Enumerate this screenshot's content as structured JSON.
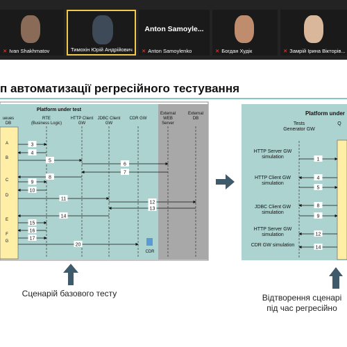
{
  "participants": [
    {
      "name": "Ivan Shakhmatov",
      "muted": true
    },
    {
      "name": "Тимохін Юрій Андрійович",
      "muted": false,
      "active": true
    },
    {
      "name": "Anton Samoylenko",
      "muted": true,
      "card": "Anton Samoyle..."
    },
    {
      "name": "Богдан Худік",
      "muted": true
    },
    {
      "name": "Замрій Ірина Вікторів...",
      "muted": true
    }
  ],
  "slide": {
    "title": "п автоматизації регресійного тестування",
    "left": {
      "header": "Platform under test",
      "lanes": [
        "ueues\nDB",
        "RTE\n(Business Logic)",
        "HTTP Client\nGW",
        "JDBC Client\nGW",
        "CDR GW",
        "External\nWEB\nServer",
        "External\nDB"
      ],
      "points": [
        "A",
        "B",
        "C",
        "D",
        "E",
        "F",
        "G"
      ],
      "messages": [
        "3",
        "4",
        "5",
        "6",
        "7",
        "8",
        "9",
        "10",
        "11",
        "12",
        "13",
        "14",
        "15",
        "16",
        "17",
        "20"
      ],
      "cdr_label": "CDR",
      "caption": "Сценарій базового тесту"
    },
    "right": {
      "header": "Platform under",
      "lanes": [
        "Tests\nGenerator GW",
        "Q"
      ],
      "rows": [
        "HTTP Server GW\nsimulation",
        "HTTP Client GW\nsimulation",
        "JDBC Client GW\nsimulation",
        "HTTP Server GW\nsimulation",
        "CDR GW simulation"
      ],
      "messages": [
        "1",
        "4",
        "5",
        "8",
        "9",
        "12",
        "14"
      ],
      "caption_line1": "Відтворення сценарі",
      "caption_line2": "під час регресійно"
    }
  },
  "colors": {
    "panel_bg": "#acd3cf",
    "grey_bg": "#a8a8a8",
    "queue_bar": "#ffefa6",
    "arrow": "#3f5a6b",
    "accent_line": "#7fc7c1",
    "muted_red": "#e0453a"
  }
}
